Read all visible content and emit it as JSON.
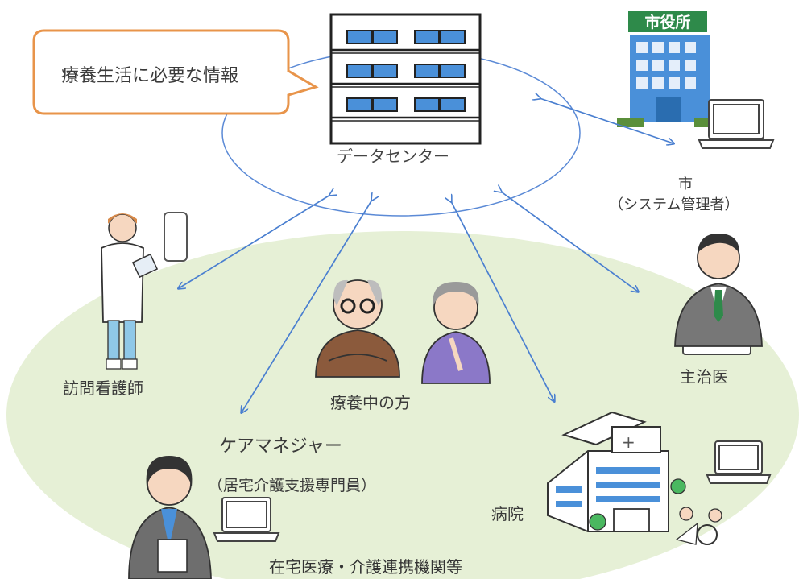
{
  "bubble": {
    "text": "療養生活に必要な情報"
  },
  "data_center": {
    "label": "データセンター"
  },
  "city": {
    "sign": "市役所",
    "label": "市",
    "sublabel": "（システム管理者）"
  },
  "nurse": {
    "label": "訪問看護師"
  },
  "doctor": {
    "label": "主治医"
  },
  "patients": {
    "label": "療養中の方"
  },
  "care_manager": {
    "label": "ケアマネジャー",
    "sublabel": "（居宅介護支援専門員）"
  },
  "hospital": {
    "label": "病院"
  },
  "network": {
    "label": "在宅医療・介護連携機関等"
  },
  "colors": {
    "arrow": "#4a7fd0",
    "ellipse_fill": "#e6f0d6",
    "bubble_border": "#e8944a",
    "building": "#4a90d9"
  }
}
